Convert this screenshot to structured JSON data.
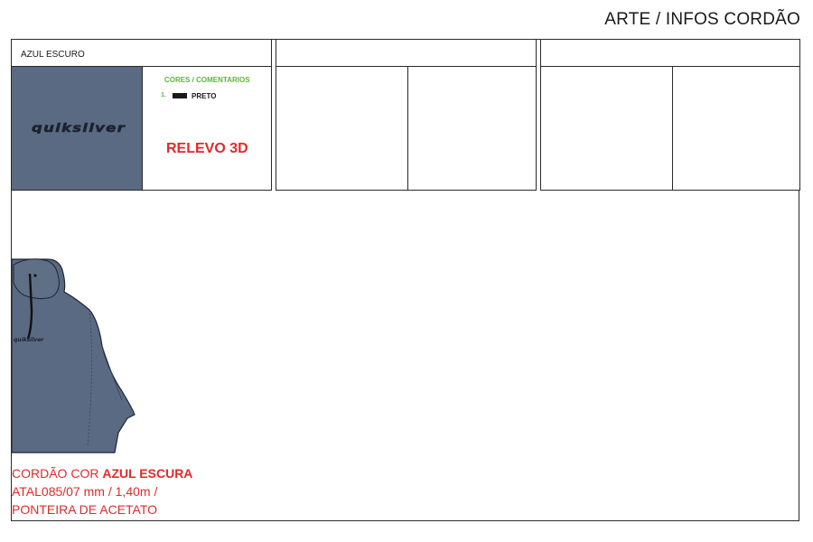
{
  "header": {
    "title": "ARTE / INFOS CORDÃO"
  },
  "panels": [
    {
      "heading": "AZUL ESCURO",
      "logo_text": "QUIKSILVER",
      "colors_title": "CORES / COMENTARIOS",
      "colors": [
        {
          "number": "1.",
          "name": "PRETO",
          "hex": "#1a1a1a"
        }
      ],
      "comment": "RELEVO 3D",
      "swatch_color": "#5a6a82"
    },
    {
      "heading": ""
    },
    {
      "heading": ""
    }
  ],
  "cord_info": {
    "line1_prefix": "CORDÃO COR ",
    "line1_bold": "AZUL ESCURA",
    "line2": "ATAL085/07 mm / 1,40m /",
    "line3": "PONTEIRA DE ACETATO"
  },
  "accent_colors": {
    "red": "#e02a2a",
    "green": "#5fb43a",
    "garment": "#5a6a82"
  }
}
